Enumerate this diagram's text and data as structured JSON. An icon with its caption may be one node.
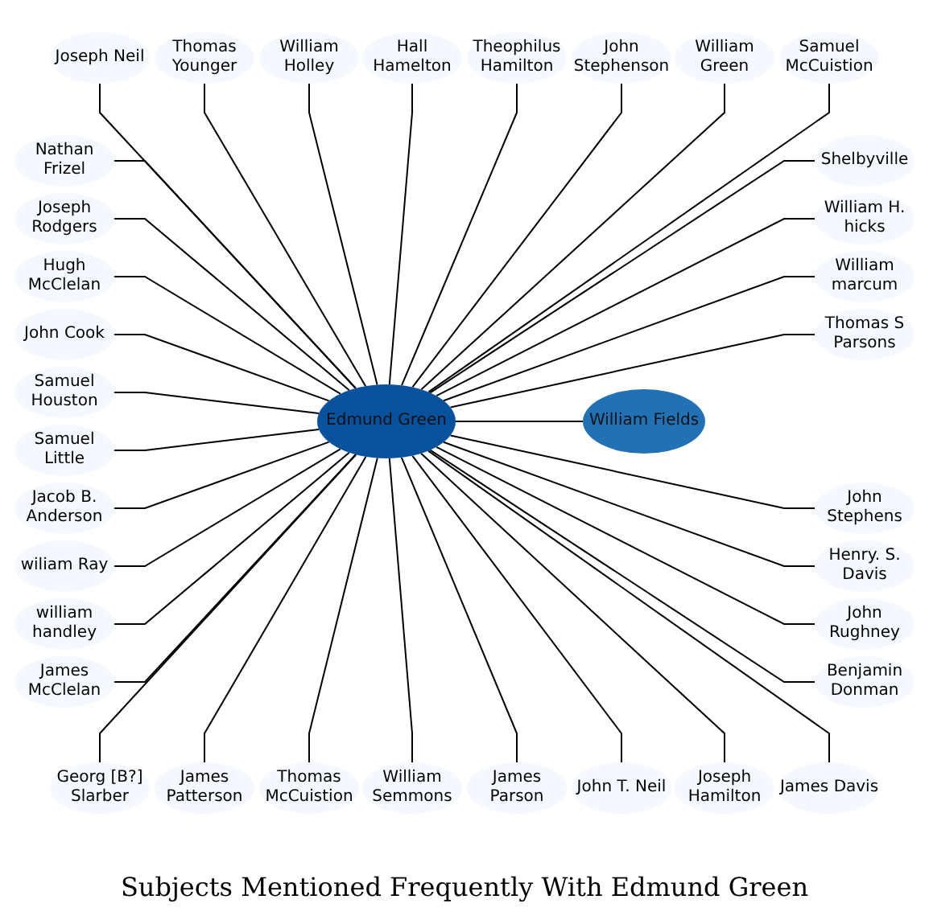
{
  "diagram": {
    "title": "Subjects Mentioned Frequently With Edmund Green",
    "nodes": [
      {
        "text": [
          "Edmund Green"
        ]
      },
      {
        "text": [
          "William Fields"
        ]
      },
      {
        "text": [
          "Hall Hamelton"
        ]
      },
      {
        "text": [
          "Theophilus Hamilton"
        ]
      },
      {
        "text": [
          "John Stephenson"
        ]
      },
      {
        "text": [
          "Samuel McCuistion"
        ]
      },
      {
        "text": [
          "Shelbyville"
        ]
      },
      {
        "text": [
          "Joseph Neil"
        ]
      },
      {
        "text": [
          "William Holley"
        ]
      },
      {
        "text": [
          "William Green"
        ]
      },
      {
        "text": [
          "William marcum"
        ]
      },
      {
        "text": [
          "Thomas S Parsons"
        ]
      },
      {
        "text": [
          "Nathan Frizel"
        ]
      },
      {
        "text": [
          "Thomas Younger"
        ]
      },
      {
        "text": [
          "William H. hicks"
        ]
      },
      {
        "text": [
          "Joseph Rodgers"
        ]
      },
      {
        "text": [
          "John Stephens"
        ]
      },
      {
        "text": [
          "Hugh McClelan"
        ]
      },
      {
        "text": [
          "Henry. S. Davis"
        ]
      },
      {
        "text": [
          "John Rughney"
        ]
      },
      {
        "text": [
          "John Cook"
        ]
      },
      {
        "text": [
          "Samuel Houston"
        ]
      },
      {
        "text": [
          "Benjamin Donman"
        ]
      },
      {
        "text": [
          "Samuel Little"
        ]
      },
      {
        "text": [
          "James Davis"
        ]
      },
      {
        "text": [
          "William Semmons"
        ]
      },
      {
        "text": [
          "Jacob B. Anderson"
        ]
      },
      {
        "text": [
          "wiliam Ray"
        ]
      },
      {
        "text": [
          "John T. Neil"
        ]
      },
      {
        "text": [
          "Joseph Hamilton"
        ]
      },
      {
        "text": [
          "william handley"
        ]
      },
      {
        "text": [
          "James McClelan"
        ]
      },
      {
        "text": [
          "James Patterson"
        ]
      },
      {
        "text": [
          "James Parson"
        ]
      },
      {
        "text": [
          "Georg [B?] Slarber"
        ]
      },
      {
        "text": [
          "Thomas McCuistion"
        ]
      }
    ],
    "edges": [
      {
        "from": 0,
        "to": 1,
        "arrow": "none"
      },
      {
        "from": 0,
        "to": 2,
        "arrow": "none"
      },
      {
        "from": 0,
        "to": 3,
        "arrow": "none"
      },
      {
        "from": 0,
        "to": 4,
        "arrow": "none"
      },
      {
        "from": 0,
        "to": 5,
        "arrow": "none"
      },
      {
        "from": 0,
        "to": 6,
        "arrow": "none"
      },
      {
        "from": 0,
        "to": 7,
        "arrow": "none"
      },
      {
        "from": 0,
        "to": 8,
        "arrow": "none"
      },
      {
        "from": 0,
        "to": 9,
        "arrow": "none"
      },
      {
        "from": 0,
        "to": 10,
        "arrow": "none"
      },
      {
        "from": 0,
        "to": 11,
        "arrow": "none"
      },
      {
        "from": 0,
        "to": 12,
        "arrow": "none"
      },
      {
        "from": 0,
        "to": 13,
        "arrow": "none"
      },
      {
        "from": 0,
        "to": 14,
        "arrow": "none"
      },
      {
        "from": 0,
        "to": 15,
        "arrow": "none"
      },
      {
        "from": 0,
        "to": 16,
        "arrow": "none"
      },
      {
        "from": 0,
        "to": 17,
        "arrow": "none"
      },
      {
        "from": 0,
        "to": 18,
        "arrow": "none"
      },
      {
        "from": 0,
        "to": 19,
        "arrow": "none"
      },
      {
        "from": 0,
        "to": 20,
        "arrow": "none"
      },
      {
        "from": 0,
        "to": 21,
        "arrow": "none"
      },
      {
        "from": 0,
        "to": 22,
        "arrow": "none"
      },
      {
        "from": 0,
        "to": 23,
        "arrow": "none"
      },
      {
        "from": 0,
        "to": 24,
        "arrow": "none"
      },
      {
        "from": 0,
        "to": 25,
        "arrow": "none"
      },
      {
        "from": 0,
        "to": 26,
        "arrow": "none"
      },
      {
        "from": 0,
        "to": 27,
        "arrow": "none"
      },
      {
        "from": 0,
        "to": 28,
        "arrow": "none"
      },
      {
        "from": 0,
        "to": 29,
        "arrow": "none"
      },
      {
        "from": 0,
        "to": 30,
        "arrow": "none"
      },
      {
        "from": 0,
        "to": 31,
        "arrow": "none"
      },
      {
        "from": 0,
        "to": 32,
        "arrow": "none"
      },
      {
        "from": 0,
        "to": 33,
        "arrow": "none"
      },
      {
        "from": 0,
        "to": 34,
        "arrow": "none"
      },
      {
        "from": 0,
        "to": 35,
        "arrow": "none"
      }
    ]
  }
}
